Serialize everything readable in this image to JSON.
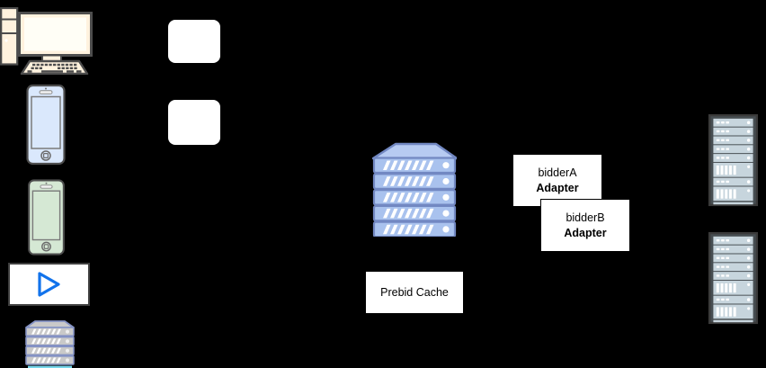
{
  "diagram": {
    "title": "prebid server architecture diagram",
    "labels": {
      "prebid_cache": "Prebid Cache",
      "bidder_a": {
        "name": "bidderA",
        "role": "Adapter"
      },
      "bidder_b": {
        "name": "bidderB",
        "role": "Adapter"
      }
    },
    "icons": [
      "desktop-computer-icon",
      "app-card-top",
      "app-card-bottom",
      "smartphone-blue-icon",
      "smartphone-green-icon",
      "video-player-icon",
      "play-icon",
      "server-stack-small-icon",
      "prebid-server-stack-icon",
      "server-rack-top-icon",
      "server-rack-bottom-icon"
    ],
    "colors": {
      "background": "#000000",
      "device_cream": "#FFF2DE",
      "outline_dark": "#4D4D4D",
      "phone_blue": "#DAE8FC",
      "phone_green": "#D5E8D4",
      "play_blue": "#1273EB",
      "prebid_server_fill": "#A9C2EE",
      "prebid_server_border": "#7288C2",
      "gray_server_fill": "#C9C9C9",
      "gray_server_border": "#8492C4",
      "cyan_accent": "#76D6EA",
      "rack_panel": "#C7D5DD",
      "rack_frame": "#474E52",
      "node_bg": "#FFFFFF",
      "node_border": "#000000",
      "text": "#000000"
    }
  }
}
